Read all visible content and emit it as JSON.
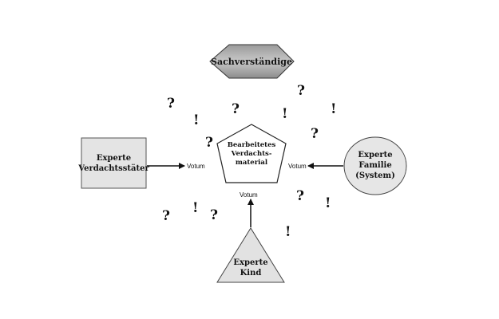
{
  "nodes": {
    "sachverstaendige": "Sachverständige",
    "verdacht_line1": "Experte",
    "verdacht_line2": "Verdachtsstäter",
    "familie_line1": "Experte",
    "familie_line2": "Familie",
    "familie_line3": "(System)",
    "kind_line1": "Experte",
    "kind_line2": "Kind",
    "material_line1": "Bearbeitetes",
    "material_line2": "Verdachts-",
    "material_line3": "material"
  },
  "arrows": {
    "left_label": "Votum",
    "right_label": "Votum",
    "bottom_label": "Votum"
  },
  "marks": {
    "q": "?",
    "ex": "!"
  }
}
